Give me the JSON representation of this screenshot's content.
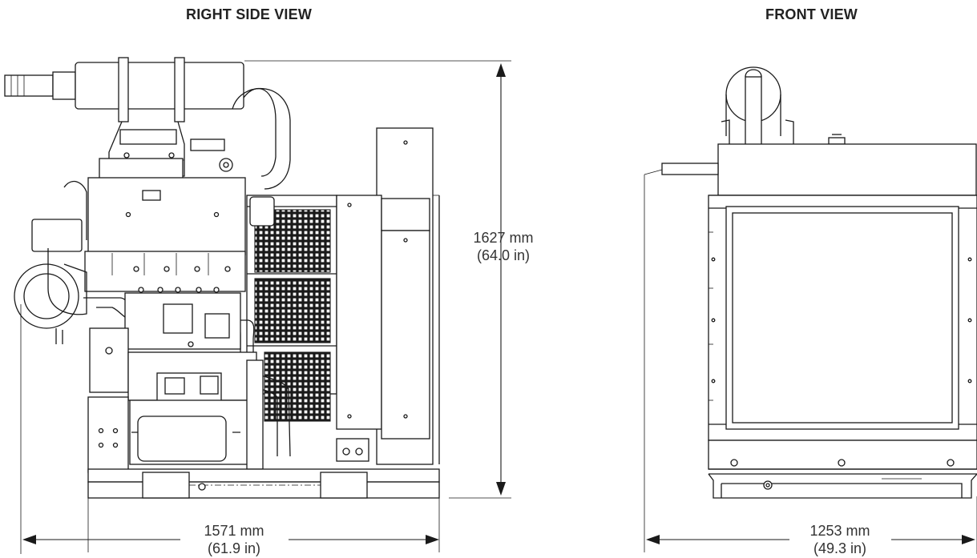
{
  "views": {
    "right_side": {
      "title": "RIGHT SIDE VIEW"
    },
    "front": {
      "title": "FRONT VIEW"
    }
  },
  "dimensions": {
    "height": {
      "mm": "1627 mm",
      "in": "(64.0 in)"
    },
    "length": {
      "mm": "1571 mm",
      "in": "(61.9 in)"
    },
    "width": {
      "mm": "1253 mm",
      "in": "(49.3 in)"
    }
  }
}
